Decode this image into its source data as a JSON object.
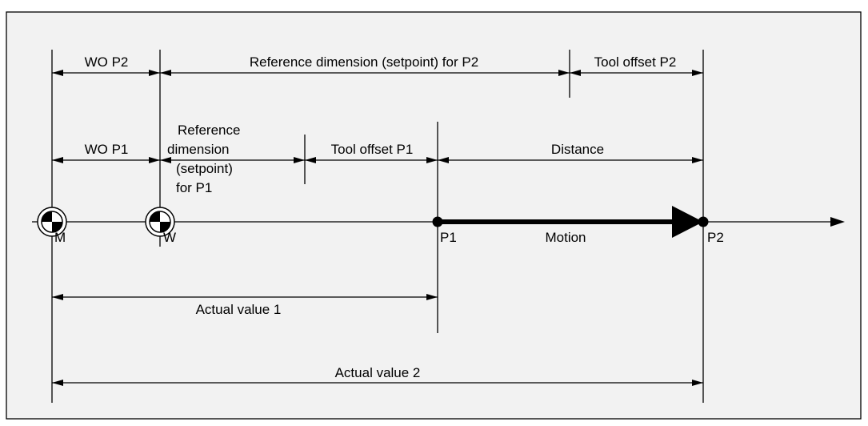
{
  "colors": {
    "background": "#f2f2f2",
    "frame": "#000000",
    "ink": "#000000",
    "symbol_fill": "#ffffff"
  },
  "labels": {
    "wo_p2": "WO P2",
    "ref_dim_p2": "Reference dimension (setpoint) for P2",
    "tool_offset_p2": "Tool offset P2",
    "wo_p1": "WO P1",
    "ref_dim_p1": [
      "Reference",
      "dimension",
      "(setpoint)",
      "for P1"
    ],
    "tool_offset_p1": "Tool offset P1",
    "distance": "Distance",
    "machine_zero": "M",
    "workpiece_zero": "W",
    "point1": "P1",
    "point2": "P2",
    "motion": "Motion",
    "actual_value_1": "Actual value 1",
    "actual_value_2": "Actual value 2"
  },
  "icons": {
    "machine_zero": "machine-zero-symbol-icon",
    "workpiece_zero": "workpiece-zero-symbol-icon"
  }
}
